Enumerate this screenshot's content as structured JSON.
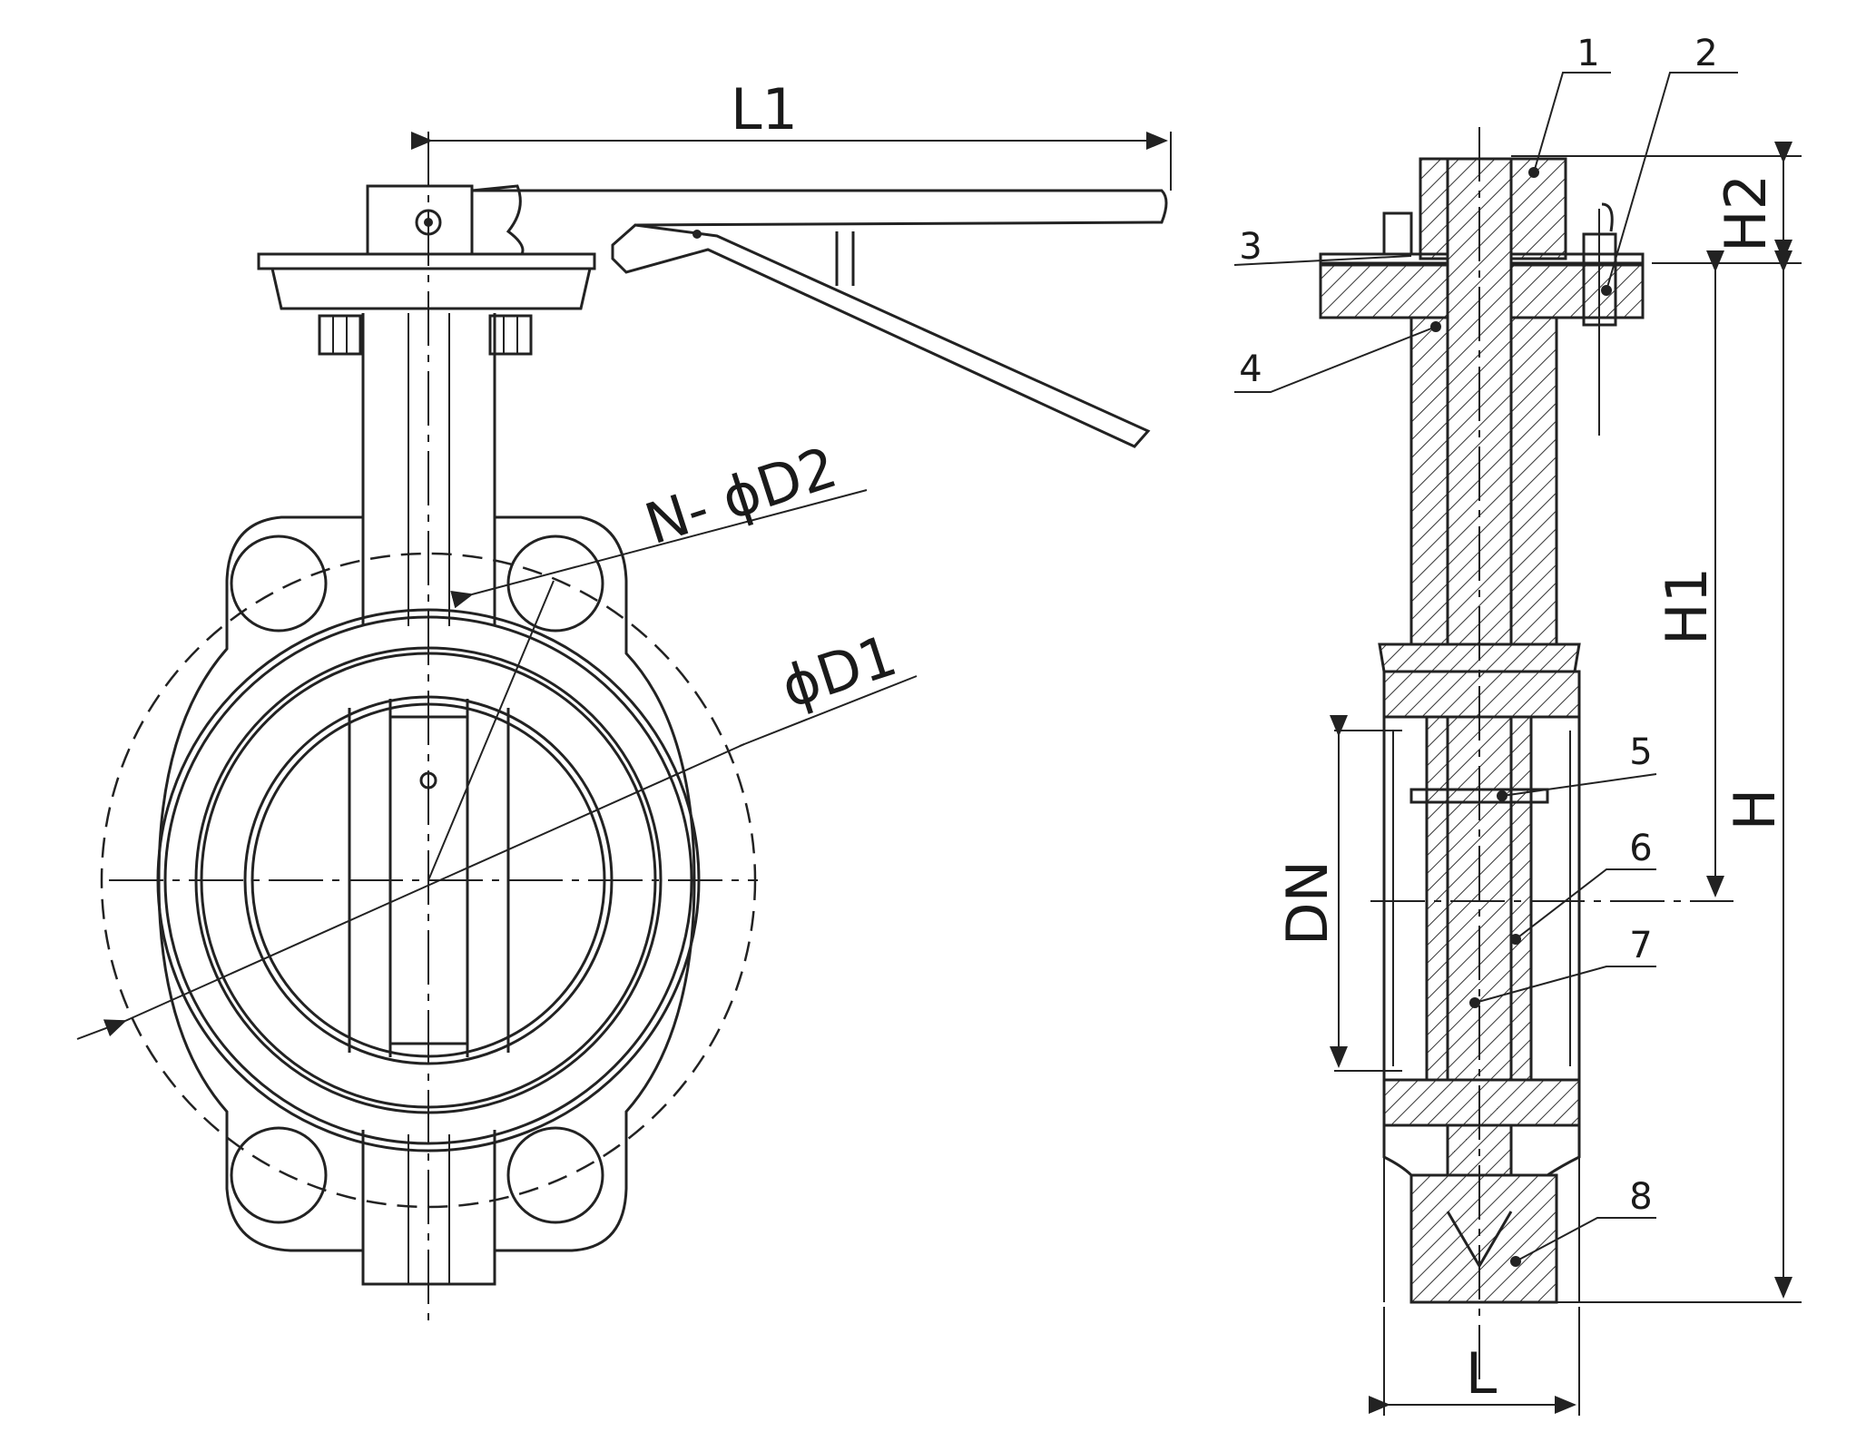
{
  "labels": {
    "L1": "L1",
    "N_D2": "N- ϕD2",
    "D1": "ϕD1",
    "H2": "H2",
    "H1": "H1",
    "H": "H",
    "DN": "DN",
    "L": "L"
  },
  "callouts": [
    "1",
    "2",
    "3",
    "4",
    "5",
    "6",
    "7",
    "8"
  ]
}
